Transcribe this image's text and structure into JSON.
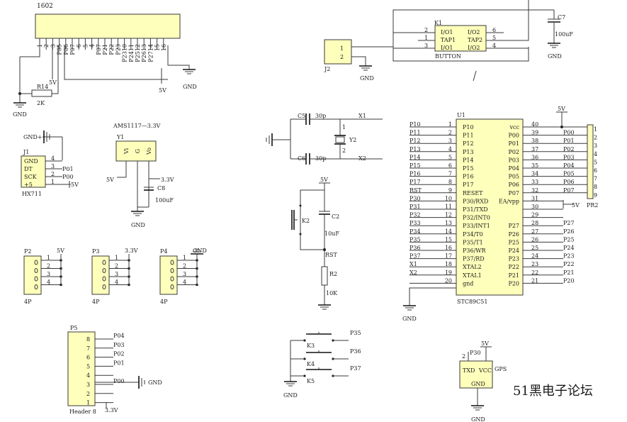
{
  "watermark": "51黑电子论坛",
  "lcd": {
    "title": "1602",
    "pins": [
      "1",
      "2",
      "3",
      "P05",
      "P06",
      "P07",
      "6",
      "5",
      "4",
      "P07",
      "P21",
      "P22",
      "P23",
      "P2310",
      "P2411",
      "P2512",
      "P2613",
      "P2714",
      "15",
      "16"
    ],
    "label_5v_a": "5V",
    "label_5v_b": "5V",
    "gnd_right": "GND",
    "r14": "R14",
    "r14_value": "2K",
    "gnd_left": "GND"
  },
  "hx711": {
    "title": "J1",
    "name": "HX711",
    "gnd_plus": "GND+",
    "pins": [
      {
        "label": "GND",
        "num": "4",
        "net": ""
      },
      {
        "label": "DT",
        "num": "3",
        "net": "P01"
      },
      {
        "label": "SCK",
        "num": "2",
        "net": "P00"
      },
      {
        "label": "+5",
        "num": "1",
        "net": "5V"
      }
    ]
  },
  "regulator": {
    "title": "AMS1117—3.3V",
    "ref": "Y1",
    "pins": [
      "Vi",
      "G",
      "Vo"
    ],
    "in_label": "5V",
    "out_label": "3.3V",
    "cap": "C8",
    "cap_value": "100uF",
    "gnd": "GND"
  },
  "headers4": [
    {
      "ref": "P2",
      "net": "5V",
      "pins": [
        "1",
        "2",
        "3",
        "4"
      ],
      "foot": "4P"
    },
    {
      "ref": "P3",
      "net": "3.3V",
      "pins": [
        "1",
        "2",
        "3",
        "4"
      ],
      "foot": "4P"
    },
    {
      "ref": "P4",
      "net": "GND",
      "pins": [
        "1",
        "2",
        "3",
        "4"
      ],
      "foot": "4P"
    }
  ],
  "p5": {
    "ref": "P5",
    "name": "Header 8",
    "pins": [
      "8",
      "7",
      "6",
      "5",
      "4",
      "3",
      "2",
      "1"
    ],
    "nets": [
      "P04",
      "P03",
      "P02",
      "P01",
      "",
      "P00",
      "",
      ""
    ],
    "gnd": "GND",
    "v33": "3.3V"
  },
  "k1": {
    "ref": "K1",
    "name": "BUTTON",
    "left_pins": [
      "2",
      "1",
      "3"
    ],
    "left_labels": [
      "I/O1",
      "TAP1",
      "I/O1"
    ],
    "right_labels": [
      "I/O2",
      "TAP2",
      "I/O2"
    ],
    "right_pins": [
      "6",
      "5",
      "4"
    ]
  },
  "c7": {
    "ref": "C7",
    "value": "100uF",
    "gnd": "GND"
  },
  "j2": {
    "ref": "J2",
    "pins": [
      "1",
      "2"
    ],
    "gnd": "GND"
  },
  "crystal": {
    "c5": "C5",
    "c5v": "30p",
    "c6": "C6",
    "c6v": "30p",
    "y2": "Y2",
    "x1": "X1",
    "x2": "X2",
    "pin1": "1",
    "pin2": "2"
  },
  "reset": {
    "v5": "5V",
    "k2": "K2",
    "c2": "C2",
    "c2v": "10uF",
    "rst": "RST",
    "r2": "R2",
    "r2v": "10K"
  },
  "mcu": {
    "ref": "U1",
    "name": "STC89C51",
    "left": [
      {
        "net": "P10",
        "num": "1",
        "pin": "P10"
      },
      {
        "net": "P11",
        "num": "2",
        "pin": "P11"
      },
      {
        "net": "P12",
        "num": "3",
        "pin": "P12"
      },
      {
        "net": "P13",
        "num": "4",
        "pin": "P13"
      },
      {
        "net": "P14",
        "num": "5",
        "pin": "P14"
      },
      {
        "net": "P15",
        "num": "6",
        "pin": "P15"
      },
      {
        "net": "P16",
        "num": "7",
        "pin": "P16"
      },
      {
        "net": "P17",
        "num": "8",
        "pin": "P17"
      },
      {
        "net": "RST",
        "num": "9",
        "pin": "RESET"
      },
      {
        "net": "P30",
        "num": "10",
        "pin": "P30/RXD"
      },
      {
        "net": "P31",
        "num": "11",
        "pin": "P31/TXD"
      },
      {
        "net": "P32",
        "num": "12",
        "pin": "P32/INT0"
      },
      {
        "net": "P33",
        "num": "13",
        "pin": "P33/INT1"
      },
      {
        "net": "P34",
        "num": "14",
        "pin": "P34/T0"
      },
      {
        "net": "P35",
        "num": "15",
        "pin": "P35/T1"
      },
      {
        "net": "P36",
        "num": "16",
        "pin": "P36/WR"
      },
      {
        "net": "P37",
        "num": "17",
        "pin": "P37/RD"
      },
      {
        "net": "X1",
        "num": "18",
        "pin": "XTAL2"
      },
      {
        "net": "X2",
        "num": "19",
        "pin": "XTAL1"
      },
      {
        "net": "",
        "num": "20",
        "pin": "gnd"
      }
    ],
    "right": [
      {
        "pin": "vcc",
        "num": "40",
        "net": ""
      },
      {
        "pin": "P00",
        "num": "39",
        "net": "P00"
      },
      {
        "pin": "P01",
        "num": "38",
        "net": "P01"
      },
      {
        "pin": "P02",
        "num": "37",
        "net": "P02"
      },
      {
        "pin": "P03",
        "num": "36",
        "net": "P03"
      },
      {
        "pin": "P04",
        "num": "35",
        "net": "P04"
      },
      {
        "pin": "P05",
        "num": "34",
        "net": "P05"
      },
      {
        "pin": "P06",
        "num": "33",
        "net": "P06"
      },
      {
        "pin": "P07",
        "num": "32",
        "net": "P07"
      },
      {
        "pin": "EA/vpp",
        "num": "31",
        "net": ""
      },
      {
        "pin": "",
        "num": "30",
        "net": ""
      },
      {
        "pin": "",
        "num": "29",
        "net": ""
      },
      {
        "pin": "P27",
        "num": "28",
        "net": "P27"
      },
      {
        "pin": "P26",
        "num": "27",
        "net": "P26"
      },
      {
        "pin": "P25",
        "num": "26",
        "net": "P25"
      },
      {
        "pin": "P24",
        "num": "25",
        "net": "P24"
      },
      {
        "pin": "P23",
        "num": "24",
        "net": "P23"
      },
      {
        "pin": "P22",
        "num": "23",
        "net": "P22"
      },
      {
        "pin": "P21",
        "num": "22",
        "net": "P21"
      },
      {
        "pin": "P20",
        "num": "21",
        "net": "P20"
      }
    ],
    "vcc_label": "5V",
    "ea_label": "5V",
    "gnd": "GND"
  },
  "pr2": {
    "ref": "PR2",
    "pins": [
      "1",
      "2",
      "3",
      "4",
      "5",
      "6",
      "7",
      "8",
      "9"
    ]
  },
  "buttons": {
    "k3": "K3",
    "k4": "K4",
    "k5": "K5",
    "nets": [
      "P35",
      "P36",
      "P37"
    ],
    "gnd": "GND"
  },
  "gps": {
    "name": "GPS",
    "pins": [
      "TXD",
      "VCC",
      "GND"
    ],
    "pin_num": "2",
    "net": "P30",
    "v5": "5V",
    "gnd": "GND"
  }
}
